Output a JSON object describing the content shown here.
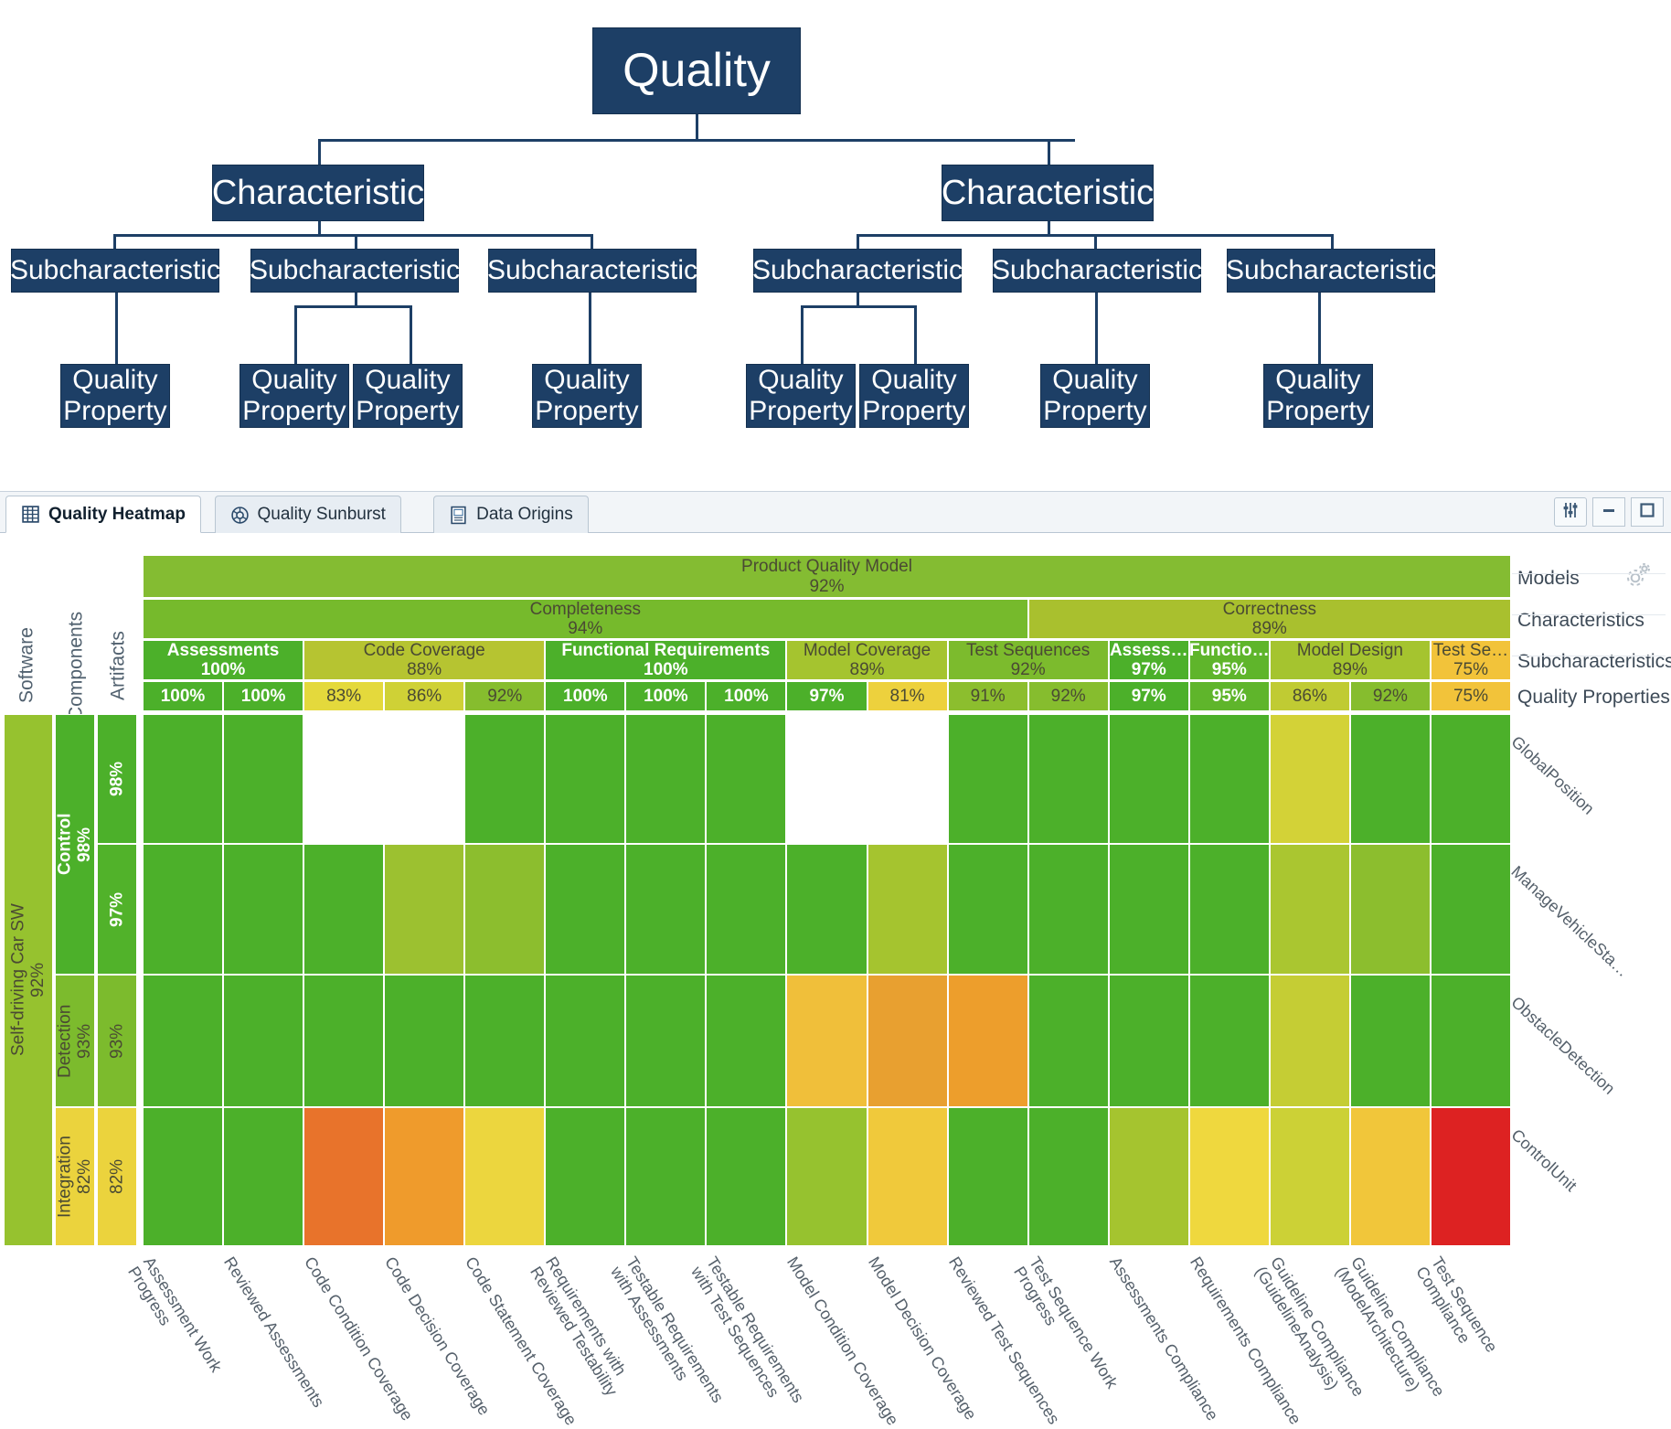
{
  "tree": {
    "root": "Quality",
    "characteristic_label": "Characteristic",
    "subcharacteristic_label": "Subcharacteristic",
    "quality_property_label": "Quality\nProperty",
    "nodes": {
      "root": "Quality",
      "char_left": "Characteristic",
      "char_right": "Characteristic",
      "sub_1": "Subcharacteristic",
      "sub_2": "Subcharacteristic",
      "sub_3": "Subcharacteristic",
      "sub_4": "Subcharacteristic",
      "sub_5": "Subcharacteristic",
      "sub_6": "Subcharacteristic",
      "prop_1": "Quality Property",
      "prop_2": "Quality Property",
      "prop_3": "Quality Property",
      "prop_4": "Quality Property",
      "prop_5": "Quality Property",
      "prop_6": "Quality Property",
      "prop_7": "Quality Property",
      "prop_8": "Quality Property"
    }
  },
  "app": {
    "tabs": [
      {
        "label": "Quality Heatmap",
        "icon": "grid-icon",
        "active": true
      },
      {
        "label": "Quality Sunburst",
        "icon": "sunburst-icon",
        "active": false
      },
      {
        "label": "Data Origins",
        "icon": "document-icon",
        "active": false
      }
    ],
    "window_buttons": [
      {
        "name": "settings-sliders-button",
        "icon": "sliders-icon"
      },
      {
        "name": "minimize-button",
        "icon": "minimize-icon"
      },
      {
        "name": "maximize-button",
        "icon": "maximize-icon"
      }
    ]
  },
  "heatmap": {
    "axis_labels": {
      "software": "Software",
      "components": "Components",
      "artifacts": "Artifacts"
    },
    "right_categories": [
      "Models",
      "Characteristics",
      "Subcharacteristics",
      "Quality Properties"
    ],
    "gear_icon": "gear-icon",
    "model": {
      "label": "Product Quality Model",
      "value": "92%",
      "color": "#84bc32"
    },
    "characteristics": [
      {
        "label": "Completeness",
        "value": "94%",
        "color": "#76ba2c",
        "span": 11
      },
      {
        "label": "Correctness",
        "value": "89%",
        "color": "#a9c02e",
        "span": 6
      }
    ],
    "subcharacteristics": [
      {
        "label": "Assessments",
        "value": "100%",
        "color": "#4cb02a",
        "span": 2,
        "light": true
      },
      {
        "label": "Code Coverage",
        "value": "88%",
        "color": "#b6c431",
        "span": 3,
        "light": false
      },
      {
        "label": "Functional Requirements",
        "value": "100%",
        "color": "#4cb02a",
        "span": 3,
        "light": true
      },
      {
        "label": "Model Coverage",
        "value": "89%",
        "color": "#a5c42f",
        "span": 2,
        "light": false
      },
      {
        "label": "Test Sequences",
        "value": "92%",
        "color": "#7cbb2d",
        "span": 2,
        "light": false
      },
      {
        "label": "Assess…",
        "value": "97%",
        "color": "#4cb02a",
        "span": 1,
        "light": true
      },
      {
        "label": "Functio…",
        "value": "95%",
        "color": "#5fb52b",
        "span": 1,
        "light": true
      },
      {
        "label": "Model Design",
        "value": "89%",
        "color": "#a5c42f",
        "span": 2,
        "light": false
      },
      {
        "label": "Test Se…",
        "value": "75%",
        "color": "#f2c33a",
        "span": 1,
        "light": false
      }
    ],
    "quality_properties": [
      {
        "value": "100%",
        "color": "#4cb02a",
        "light": true
      },
      {
        "value": "100%",
        "color": "#4cb02a",
        "light": true
      },
      {
        "value": "83%",
        "color": "#e4d93c",
        "light": false
      },
      {
        "value": "86%",
        "color": "#cfd136",
        "light": false
      },
      {
        "value": "92%",
        "color": "#86bd2e",
        "light": false
      },
      {
        "value": "100%",
        "color": "#4cb02a",
        "light": true
      },
      {
        "value": "100%",
        "color": "#4cb02a",
        "light": true
      },
      {
        "value": "100%",
        "color": "#4cb02a",
        "light": true
      },
      {
        "value": "97%",
        "color": "#4cb02a",
        "light": true
      },
      {
        "value": "81%",
        "color": "#edd13d",
        "light": false
      },
      {
        "value": "91%",
        "color": "#8cbe2e",
        "light": false
      },
      {
        "value": "92%",
        "color": "#86bd2e",
        "light": false
      },
      {
        "value": "97%",
        "color": "#4cb02a",
        "light": true
      },
      {
        "value": "95%",
        "color": "#5fb52b",
        "light": true
      },
      {
        "value": "86%",
        "color": "#c0cb33",
        "light": false
      },
      {
        "value": "92%",
        "color": "#86bd2e",
        "light": false
      },
      {
        "value": "75%",
        "color": "#f2c33a",
        "light": false
      }
    ],
    "software": {
      "label": "Self-driving Car SW",
      "value": "92%",
      "color": "#96c22f"
    },
    "components": [
      {
        "label": "Control",
        "value": "98%",
        "color": "#4cb02a",
        "light": true,
        "rows": 2
      },
      {
        "label": "Detection",
        "value": "93%",
        "color": "#7cbb2d",
        "light": false,
        "rows": 1
      },
      {
        "label": "Integration",
        "value": "82%",
        "color": "#ebd33d",
        "light": false,
        "rows": 1
      }
    ],
    "artifacts": [
      {
        "value": "98%",
        "color": "#4cb02a",
        "light": true,
        "row": "GlobalPosition"
      },
      {
        "value": "97%",
        "color": "#51b22a",
        "light": true,
        "row": "ManageVehicleSta…"
      },
      {
        "value": "93%",
        "color": "#7cbb2d",
        "light": false,
        "row": "ObstacleDetection"
      },
      {
        "value": "82%",
        "color": "#ebd33d",
        "light": false,
        "row": "ControlUnit"
      }
    ],
    "row_labels": [
      "GlobalPosition",
      "ManageVehicleSta…",
      "ObstacleDetection",
      "ControlUnit"
    ],
    "column_labels": [
      "Assessment Work\nProgress",
      "Reviewed Assessments",
      "Code Condition Coverage",
      "Code Decision Coverage",
      "Code Statement Coverage",
      "Requirements with\nReviewed Testability",
      "Testable Requirements\nwith Assessments",
      "Testable Requirements\nwith Test Sequences",
      "Model Condition Coverage",
      "Model Decision Coverage",
      "Reviewed Test Sequences",
      "Test Sequence Work\nProgress",
      "Assessments Compliance",
      "Requirements Compliance",
      "Guideline Compliance\n(GuidelineAnalysis)",
      "Guideline Compliance\n(ModelArchitecture)",
      "Test Sequence\nCompliance"
    ],
    "grid": [
      [
        "#4cb02a",
        "#4cb02a",
        "",
        "",
        "#4cb02a",
        "#4cb02a",
        "#4cb02a",
        "#4cb02a",
        "",
        "",
        "#4cb02a",
        "#4cb02a",
        "#4cb02a",
        "#4cb02a",
        "#d3d237",
        "#4cb02a",
        "#4cb02a"
      ],
      [
        "#4cb02a",
        "#4cb02a",
        "#4cb02a",
        "#9cc130",
        "#8cbe2e",
        "#4cb02a",
        "#4cb02a",
        "#4cb02a",
        "#4cb02a",
        "#a5c42f",
        "#4cb02a",
        "#4cb02a",
        "#4cb02a",
        "#4cb02a",
        "#aac630",
        "#8cbe2e",
        "#4cb02a"
      ],
      [
        "#4cb02a",
        "#4cb02a",
        "#4cb02a",
        "#4cb02a",
        "#4cb02a",
        "#4cb02a",
        "#4cb02a",
        "#4cb02a",
        "#f0bf3a",
        "#e8a030",
        "#ed9e2c",
        "#4cb02a",
        "#4cb02a",
        "#4cb02a",
        "#c5cd34",
        "#4cb02a",
        "#4cb02a"
      ],
      [
        "#4cb02a",
        "#4cb02a",
        "#e8732b",
        "#ef9b2c",
        "#ecd63e",
        "#4cb02a",
        "#4cb02a",
        "#4cb02a",
        "#96c22f",
        "#f0c93b",
        "#4cb02a",
        "#4cb02a",
        "#a5c42f",
        "#efd83e",
        "#ccd136",
        "#f1c63a",
        "#dd2222"
      ]
    ],
    "colors": {
      "best": "#4cb02a",
      "good": "#86bd2e",
      "mid": "#ebd33d",
      "warn": "#f0bf3a",
      "bad": "#e8732b",
      "worst": "#dd2222"
    }
  }
}
